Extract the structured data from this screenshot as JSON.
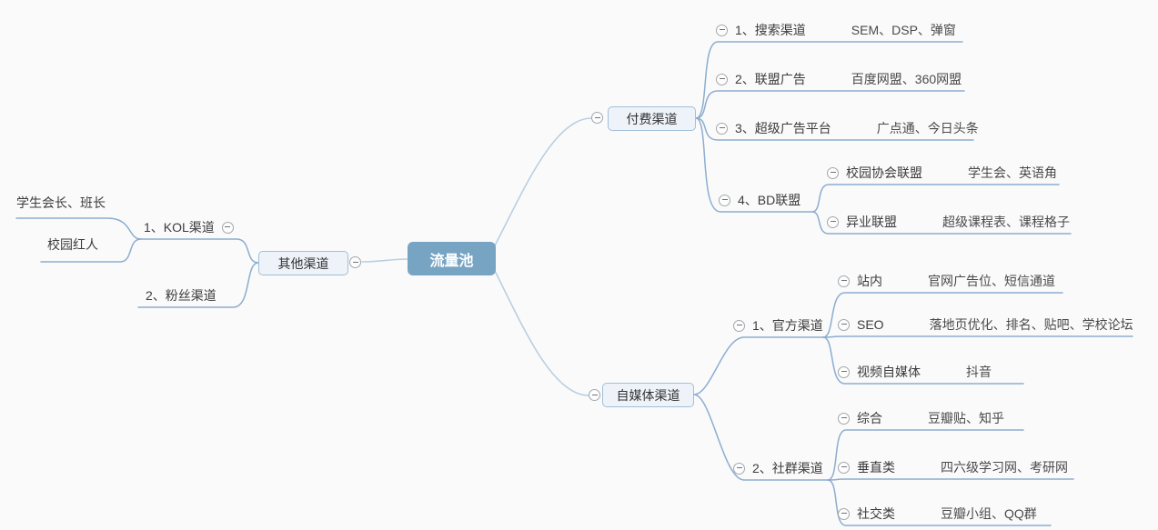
{
  "ui": {
    "background": "#fafafa",
    "root_fill": "#78a4c4",
    "root_text_color": "#ffffff",
    "node_fill": "#edf3f9",
    "node_border": "#a2bfd8",
    "branch_line_color": "#b9cfe2",
    "child_line_color": "#8cadd0",
    "label_color": "#3c3c3c",
    "note_color": "#4a4a4a"
  },
  "icons": {
    "collapse_icon": "minus-circle"
  },
  "mindmap": {
    "root": {
      "label": "流量池"
    },
    "right": [
      {
        "label": "付费渠道",
        "children": [
          {
            "label": "1、搜索渠道",
            "note": "SEM、DSP、弹窗"
          },
          {
            "label": "2、联盟广告",
            "note": "百度网盟、360网盟"
          },
          {
            "label": "3、超级广告平台",
            "note": "广点通、今日头条"
          },
          {
            "label": "4、BD联盟",
            "children": [
              {
                "label": "校园协会联盟",
                "note": "学生会、英语角"
              },
              {
                "label": "异业联盟",
                "note": "超级课程表、课程格子"
              }
            ]
          }
        ]
      },
      {
        "label": "自媒体渠道",
        "children": [
          {
            "label": "1、官方渠道",
            "children": [
              {
                "label": "站内",
                "note": "官网广告位、短信通道"
              },
              {
                "label": "SEO",
                "note": "落地页优化、排名、贴吧、学校论坛"
              },
              {
                "label": "视频自媒体",
                "note": "抖音"
              }
            ]
          },
          {
            "label": "2、社群渠道",
            "children": [
              {
                "label": "综合",
                "note": "豆瓣贴、知乎"
              },
              {
                "label": "垂直类",
                "note": "四六级学习网、考研网"
              },
              {
                "label": "社交类",
                "note": "豆瓣小组、QQ群"
              }
            ]
          }
        ]
      }
    ],
    "left": [
      {
        "label": "其他渠道",
        "children": [
          {
            "label": "1、KOL渠道",
            "children": [
              {
                "label": "学生会长、班长"
              },
              {
                "label": "校园红人"
              }
            ]
          },
          {
            "label": "2、粉丝渠道"
          }
        ]
      }
    ]
  }
}
